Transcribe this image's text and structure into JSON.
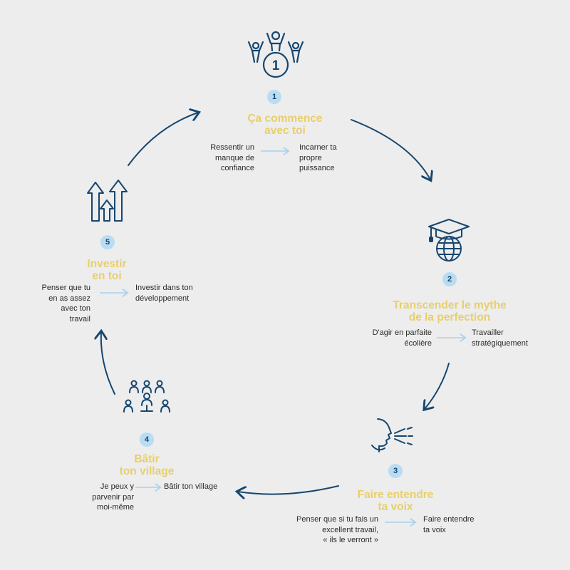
{
  "colors": {
    "background": "#ededed",
    "navy": "#16466f",
    "gold": "#e8cf6b",
    "badge": "#b9dcf2",
    "light_arrow": "#a7d1ee"
  },
  "steps": [
    {
      "number": "1",
      "icon": "celebrating-team-medal-icon",
      "title_lines": [
        "Ça commence",
        "avec toi"
      ],
      "from_lines": [
        "Ressentir un",
        "manque de",
        "confiance"
      ],
      "to_lines": [
        "Incarner ta",
        "propre",
        "puissance"
      ]
    },
    {
      "number": "2",
      "icon": "graduation-cap-globe-icon",
      "title_lines": [
        "Transcender  le mythe",
        "de la perfection"
      ],
      "from_lines": [
        "D'agir en parfaite",
        "écolière"
      ],
      "to_lines": [
        "Travailler",
        "stratégiquement"
      ]
    },
    {
      "number": "3",
      "icon": "speaking-face-icon",
      "title_lines": [
        "Faire entendre",
        "ta voix"
      ],
      "from_lines": [
        "Penser que si tu fais un",
        "excellent travail,",
        "« ils le verront »"
      ],
      "to_lines": [
        "Faire entendre",
        "ta voix"
      ]
    },
    {
      "number": "4",
      "icon": "people-network-icon",
      "title_lines": [
        "Bâtir",
        "ton village"
      ],
      "from_lines": [
        "Je peux y",
        "parvenir par",
        "moi-même"
      ],
      "to_lines": [
        "Bâtir ton village"
      ]
    },
    {
      "number": "5",
      "icon": "rising-arrows-icon",
      "title_lines": [
        "Investir",
        "en toi"
      ],
      "from_lines": [
        "Penser que tu",
        "en as assez",
        "avec ton",
        "travail"
      ],
      "to_lines": [
        "Investir dans ton",
        "développement"
      ]
    }
  ]
}
